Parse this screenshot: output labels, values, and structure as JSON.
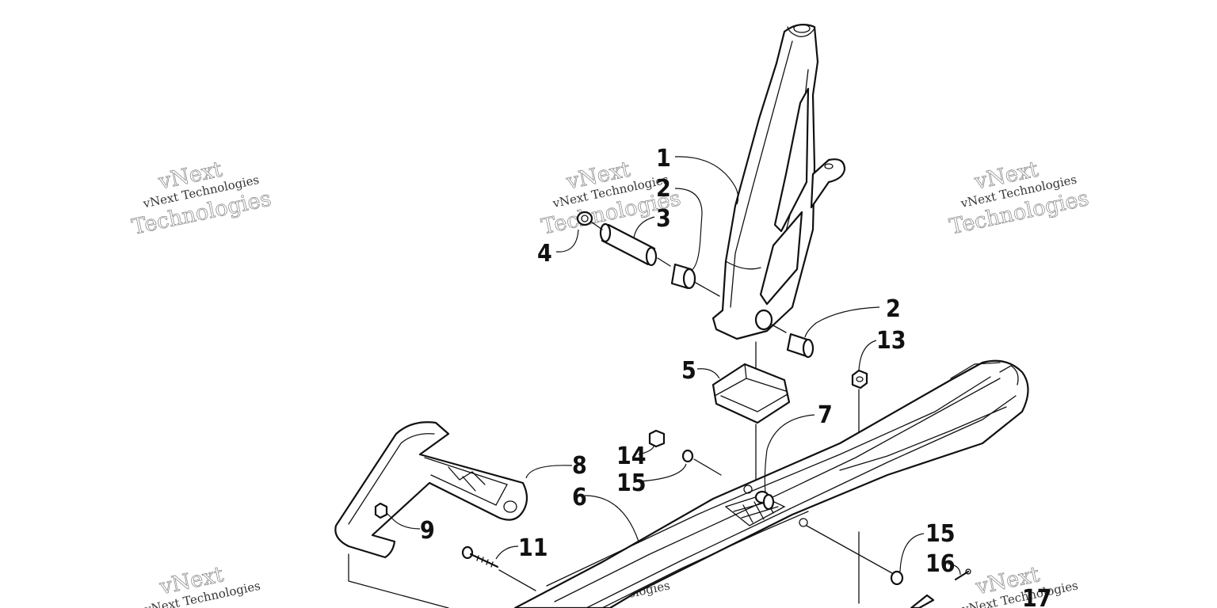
{
  "callouts": {
    "c1": "1",
    "c2a": "2",
    "c2b": "2",
    "c3": "3",
    "c4": "4",
    "c5": "5",
    "c6": "6",
    "c7": "7",
    "c8": "8",
    "c9": "9",
    "c11": "11",
    "c13": "13",
    "c14": "14",
    "c15a": "15",
    "c15b": "15",
    "c16": "16",
    "c17": "17"
  },
  "watermark": {
    "line_small": "vNext Technologies",
    "line_big_1": "vNext",
    "line_big_2": "Technologies"
  }
}
